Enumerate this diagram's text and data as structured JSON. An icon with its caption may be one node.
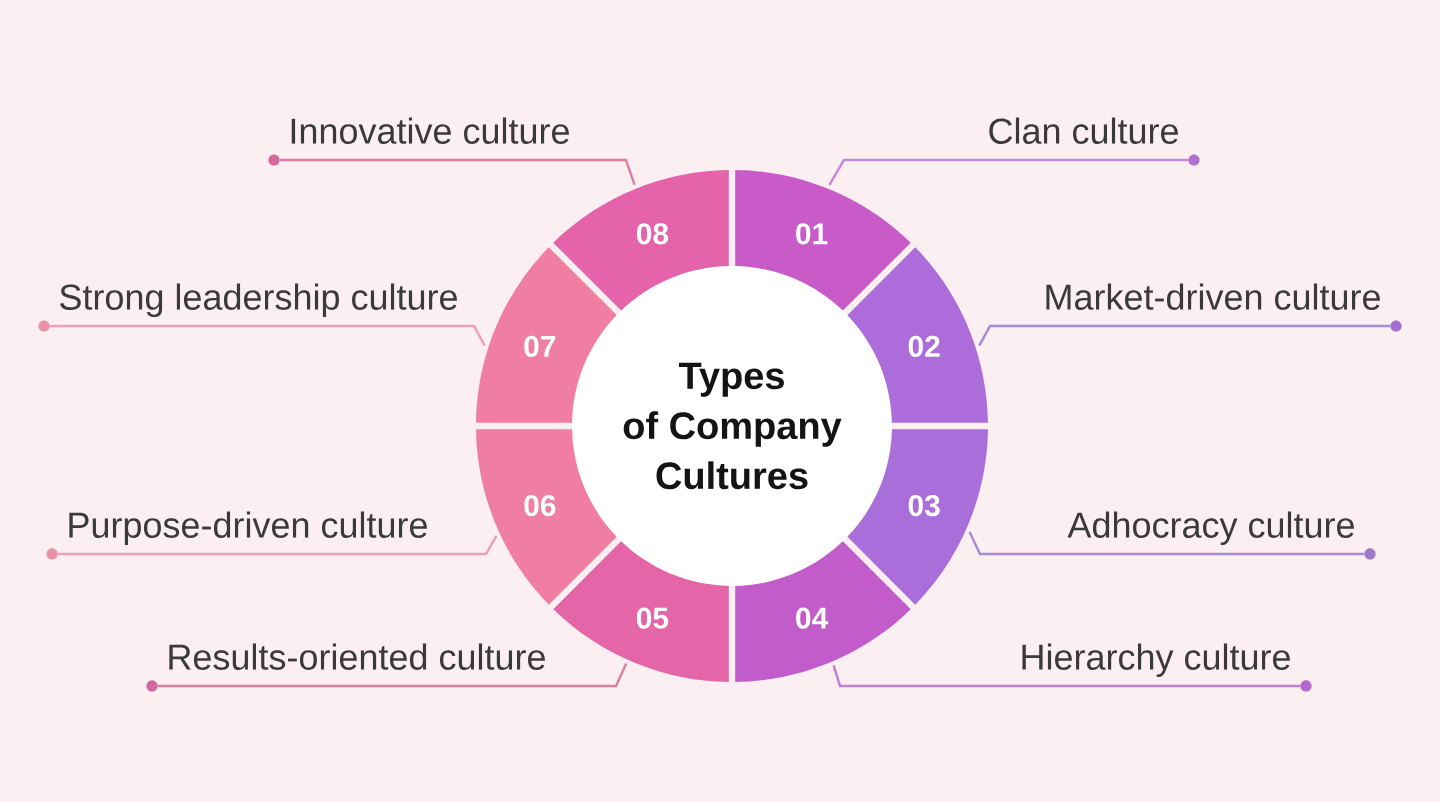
{
  "diagram": {
    "nodes": [
      {
        "text": [
          "Types of Company Cultures"
        ]
      },
      {
        "text": [
          "01"
        ]
      },
      {
        "text": [
          "02"
        ]
      },
      {
        "text": [
          "03"
        ]
      },
      {
        "text": [
          "04"
        ]
      },
      {
        "text": [
          "05"
        ]
      },
      {
        "text": [
          "06"
        ]
      },
      {
        "text": [
          "07"
        ]
      },
      {
        "text": [
          "08"
        ]
      },
      {
        "text": [
          "Clan culture"
        ]
      },
      {
        "text": [
          "Market-driven culture"
        ]
      },
      {
        "text": [
          "Adhocracy culture"
        ]
      },
      {
        "text": [
          "Hierarchy culture"
        ]
      },
      {
        "text": [
          "Results-oriented culture"
        ]
      },
      {
        "text": [
          "Purpose-driven culture"
        ]
      },
      {
        "text": [
          "Strong leadership culture"
        ]
      },
      {
        "text": [
          "Innovative culture"
        ]
      }
    ],
    "edges": [
      {
        "from": 9,
        "to": 1,
        "arrow": "none",
        "color": "#c586d9"
      },
      {
        "from": 10,
        "to": 2,
        "arrow": "none",
        "color": "#a98ad8"
      },
      {
        "from": 11,
        "to": 3,
        "arrow": "none",
        "color": "#a98ad8"
      },
      {
        "from": 12,
        "to": 4,
        "arrow": "none",
        "color": "#c080d8"
      },
      {
        "from": 13,
        "to": 5,
        "arrow": "none",
        "color": "#d9809f"
      },
      {
        "from": 14,
        "to": 6,
        "arrow": "none",
        "color": "#eaa0b6"
      },
      {
        "from": 15,
        "to": 7,
        "arrow": "none",
        "color": "#eaa0b6"
      },
      {
        "from": 16,
        "to": 8,
        "arrow": "none",
        "color": "#e07aa0"
      }
    ]
  }
}
